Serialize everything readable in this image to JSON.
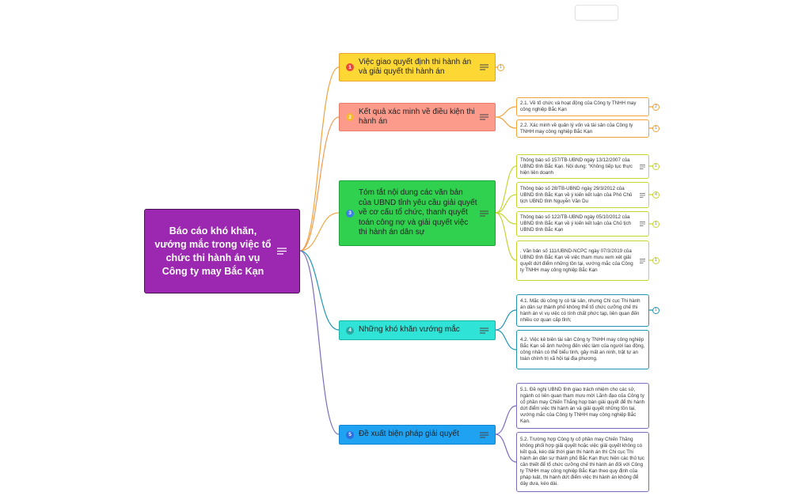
{
  "map": {
    "central": {
      "title": "Báo cáo khó khăn, vướng mắc trong việc tổ chức thi hành án vụ Công ty may Bắc Kạn",
      "fill": "#9c27b0",
      "border": "#4a1252",
      "icon": "notes-icon"
    },
    "branches": [
      {
        "marker": "1",
        "title": "Việc giao quyết định thi hành án và giải quyết thi hành án",
        "fill": "#fdd835",
        "border": "#eea22e",
        "marker_color": "#e8483b",
        "line_color": "#f2a33c",
        "icon": "notes-icon",
        "collapsed_count": "1",
        "children": []
      },
      {
        "marker": "2",
        "title": "Kết quả xác minh về điều kiện thi hành án",
        "fill": "#fc9a8b",
        "border": "#ec7e66",
        "marker_color": "#f7b731",
        "line_color": "#f39a52",
        "child_color": "#f2a33c",
        "icon": "notes-icon",
        "children": [
          {
            "text": "2.1. Về tổ chức và hoạt động của Công ty TNHH may công nghiệp Bắc Kạn",
            "collapsed_count": "2"
          },
          {
            "text": "2.2. Xác minh về quản lý vốn và tài sản của Công ty TNHH may công nghiệp Bắc Kạn",
            "collapsed_count": "1"
          }
        ]
      },
      {
        "marker": "3",
        "title": "Tóm tắt nội dung các văn bản của UBND tỉnh yêu cầu giải quyết về cơ cấu tổ chức, thanh quyết toán công nợ và giải quyết việc thi hành án dân sự",
        "fill": "#2fd14f",
        "border": "#1fa53c",
        "marker_color": "#3b7fe6",
        "line_color": "#f0a84a",
        "child_color": "#c5d632",
        "icon": "notes-icon",
        "children": [
          {
            "text": "Thông báo số 157/TB-UBND ngày 13/12/2007 của UBND tỉnh Bắc Kạn. Nội dung: \"Không tiếp tục thực hiện liên doanh",
            "collapsed_count": "1",
            "icon": "notes-icon"
          },
          {
            "text": "Thông báo số 28/TB-UBND ngày 29/3/2012 của UBND tỉnh Bắc Kạn về ý kiến kết luận của Phó Chủ tịch UBND tỉnh Nguyễn Văn Du",
            "collapsed_count": "4",
            "icon": "notes-icon"
          },
          {
            "text": "Thông báo số 122/TB-UBND ngày 05/10/2012 của UBND tỉnh Bắc Kạn về ý kiến kết luận của Chủ tịch UBND tỉnh Bắc Kạn",
            "collapsed_count": "1",
            "icon": "notes-icon"
          },
          {
            "text": ". Văn bản số 111/UBND-NCPC ngày 07/3/2019 của UBND tỉnh Bắc Kạn về việc tham mưu xem xét giải quyết dứt điểm những tồn tại, vướng mắc của Công ty TNHH may công nghiệp Bắc Kạn",
            "collapsed_count": "1",
            "icon": "notes-icon"
          }
        ]
      },
      {
        "marker": "4",
        "title": "Những khó khăn vướng mắc",
        "fill": "#2fe3d6",
        "border": "#1ab4aa",
        "marker_color": "#2aa7a2",
        "line_color": "#2196b7",
        "child_color": "#2196b7",
        "icon": "notes-icon",
        "children": [
          {
            "text": "4.1. Mặc dù công ty có tài sản, nhưng Chi cục Thi hành án dân sự thành phố không thể tổ chức cưỡng chế thi hành án vì vụ việc có tính chất phức tạp, liên quan đến nhiều cơ quan cấp tỉnh;",
            "collapsed_count": "1"
          },
          {
            "text": "4.2. Việc kê biên tài sản Công ty TNHH may công nghiệp Bắc Kạn sẽ ảnh hưởng đến việc làm của người lao động, công nhân có thể biểu tình, gây mất an ninh, trật tự an toàn chính trị xã hội tại địa phương."
          }
        ]
      },
      {
        "marker": "5",
        "title": "Đề xuất biện pháp giải quyết",
        "fill": "#1ea2f1",
        "border": "#1384d2",
        "marker_color": "#2f6ddf",
        "line_color": "#7d6cc0",
        "child_color": "#7d6cc0",
        "icon": "notes-icon",
        "children": [
          {
            "text": "5.1. Đề nghị UBND tỉnh giao trách nhiệm cho các sở, ngành có liên quan tham mưu mời Lãnh đạo của Công ty cổ phần may Chiến Thắng họp bàn giải quyết để thi hành dứt điểm việc thi hành án và giải quyết những tồn tại, vướng mắc của Công ty TNHH may công nghiệp Bắc Kạn."
          },
          {
            "text": "5.2. Trường hợp Công ty cổ phần may Chiến Thắng không phối hợp giải quyết hoặc việc giải quyết không có kết quả, kéo dài thời gian thi hành án thì Chi cục Thi hành án dân sự thành phố Bắc Kạn thực hiện các thủ tục cần thiết để tổ chức cưỡng chế thi hành án đối với Công ty TNHH may công nghiệp Bắc Kạn theo quy định của pháp luật, thi hành dứt điểm việc thi hành án không để dây dưa, kéo dài."
          }
        ]
      }
    ]
  }
}
